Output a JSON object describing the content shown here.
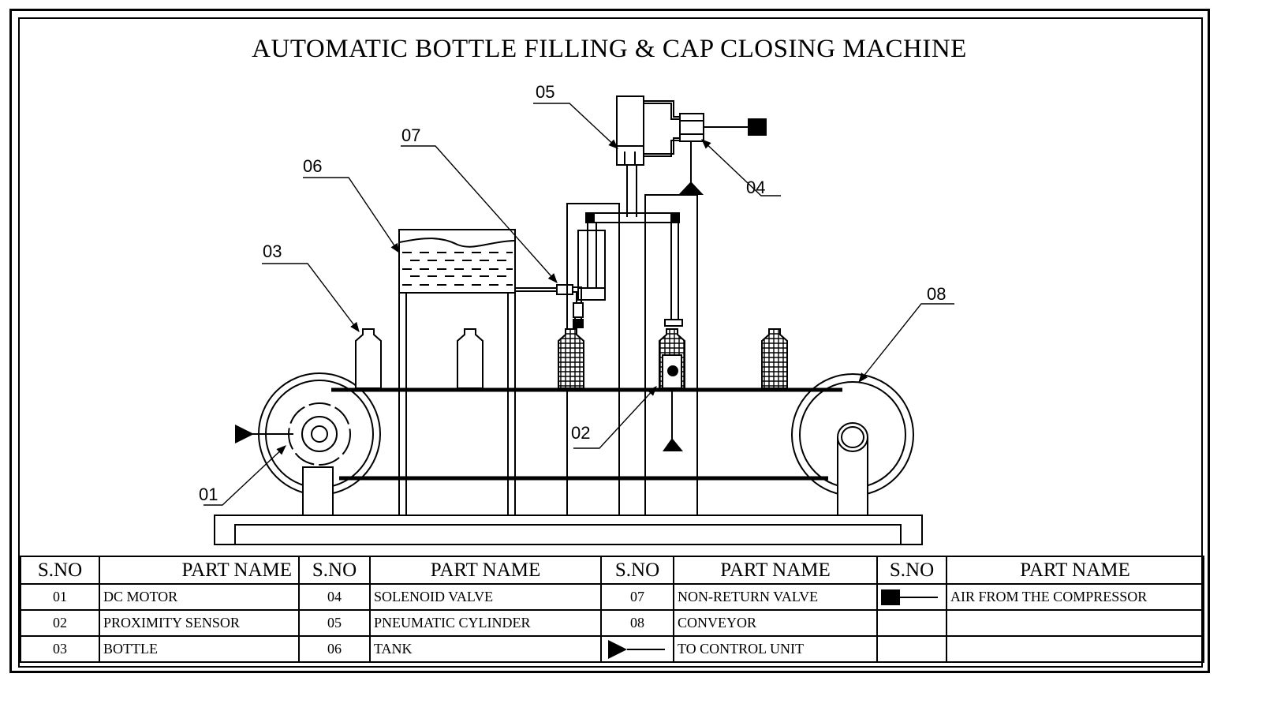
{
  "title": "AUTOMATIC BOTTLE FILLING & CAP CLOSING MACHINE",
  "callouts": [
    {
      "id": "01",
      "label": "01",
      "points_to": "DC MOTOR"
    },
    {
      "id": "02",
      "label": "02",
      "points_to": "PROXIMITY SENSOR"
    },
    {
      "id": "03",
      "label": "03",
      "points_to": "BOTTLE"
    },
    {
      "id": "04",
      "label": "04",
      "points_to": "SOLENOID VALVE"
    },
    {
      "id": "05",
      "label": "05",
      "points_to": "PNEUMATIC CYLINDER"
    },
    {
      "id": "06",
      "label": "06",
      "points_to": "TANK"
    },
    {
      "id": "07",
      "label": "07",
      "points_to": "NON-RETURN VALVE"
    },
    {
      "id": "08",
      "label": "08",
      "points_to": "CONVEYOR"
    }
  ],
  "symbols": {
    "air_source": "square-filled-icon",
    "control_unit": "triangle-filled-icon"
  },
  "table": {
    "headers": [
      "S.NO",
      "PART NAME",
      "S.NO",
      "PART NAME",
      "S.NO",
      "PART NAME",
      "S.NO",
      "PART NAME"
    ],
    "rows": [
      {
        "c1": "01",
        "c2": "DC MOTOR",
        "c3": "04",
        "c4": "SOLENOID VALVE",
        "c5": "07",
        "c6": "NON-RETURN VALVE",
        "c7_symbol": "square-line",
        "c8": "AIR FROM THE COMPRESSOR"
      },
      {
        "c1": "02",
        "c2": "PROXIMITY SENSOR",
        "c3": "05",
        "c4": "PNEUMATIC CYLINDER",
        "c5": "08",
        "c6": "CONVEYOR",
        "c7_symbol": "",
        "c8": ""
      },
      {
        "c1": "03",
        "c2": "BOTTLE",
        "c3": "06",
        "c4": "TANK",
        "c5_symbol": "triangle-line",
        "c6": "TO CONTROL UNIT",
        "c7_symbol": "",
        "c8": ""
      }
    ]
  }
}
